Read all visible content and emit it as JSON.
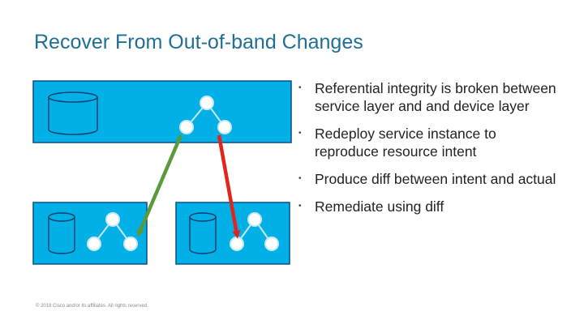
{
  "title": "Recover From Out-of-band Changes",
  "bullets": [
    "Referential integrity is broken between service layer and and device layer",
    "Redeploy service instance to reproduce resource intent",
    "Produce diff between intent and actual",
    "Remediate using diff"
  ],
  "footer": "© 2018 Cisco and/or its affiliates. All rights reserved.",
  "colors": {
    "panel": "#00b0e6",
    "panel_border": "#0a4f8c",
    "node_fill": "#ffffff",
    "node_stroke": "#c9e8f4",
    "arrow_green": "#5a9a3b",
    "arrow_red": "#e0251c",
    "title": "#1f6f95"
  },
  "icons": [
    "database-icon",
    "topology-icon"
  ]
}
